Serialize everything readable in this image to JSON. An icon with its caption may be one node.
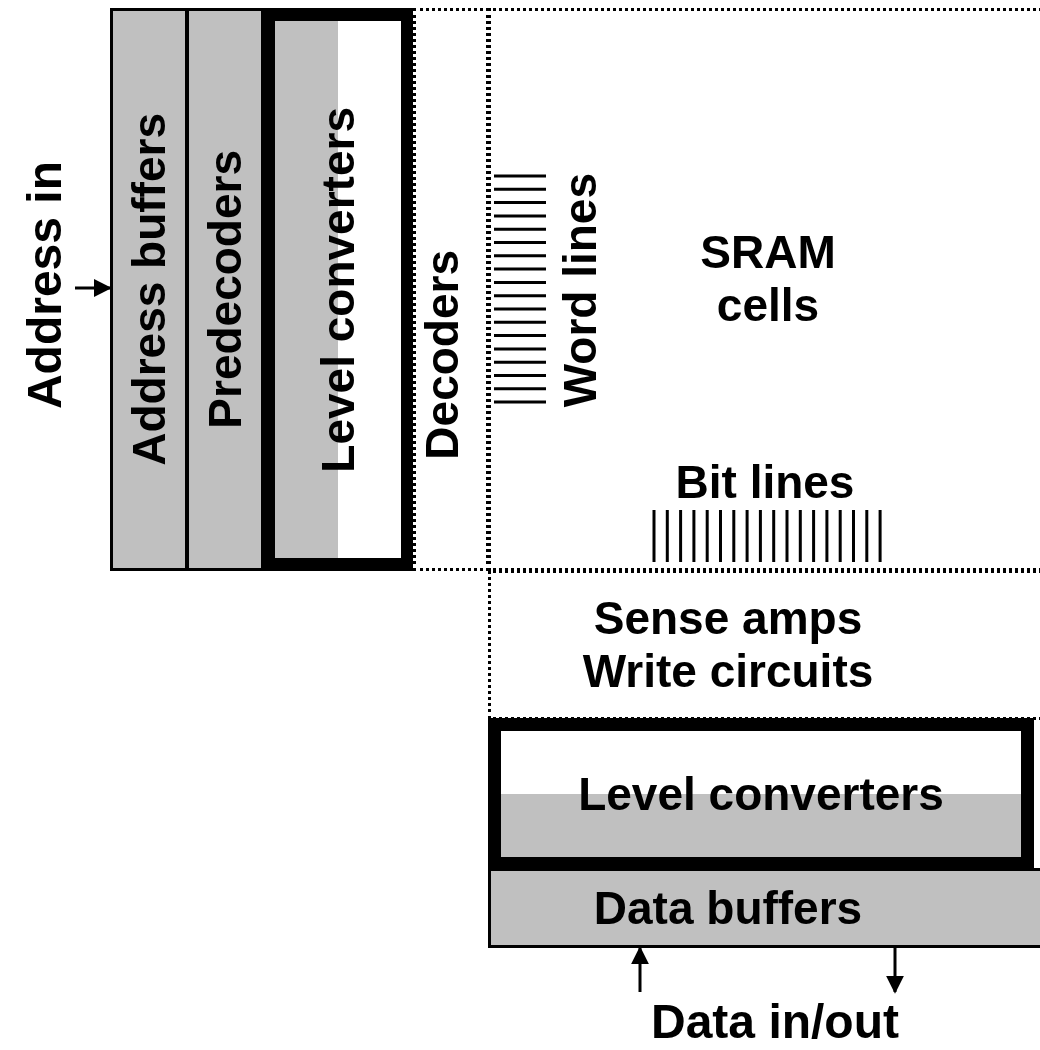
{
  "diagram": {
    "nodes": [
      {
        "text": [
          "Address buffers"
        ]
      },
      {
        "text": [
          "Predecoders"
        ]
      },
      {
        "text": [
          "Level converters"
        ]
      },
      {
        "text": [
          "Decoders"
        ]
      },
      {
        "text": [
          "SRAM cells"
        ]
      },
      {
        "text": [
          "Sense amps",
          "Write circuits"
        ]
      },
      {
        "text": [
          "Level converters"
        ]
      },
      {
        "text": [
          "Data buffers"
        ]
      },
      {
        "text": [
          "Address in"
        ]
      },
      {
        "text": [
          "Data in/out"
        ]
      }
    ],
    "edges": [
      {
        "from": 8,
        "to": 0,
        "arrow": "to"
      },
      {
        "from": 9,
        "to": 7,
        "arrow": "to"
      },
      {
        "from": 7,
        "to": 9,
        "arrow": "to"
      }
    ],
    "labels": [
      "Word lines",
      "Bit lines"
    ]
  }
}
